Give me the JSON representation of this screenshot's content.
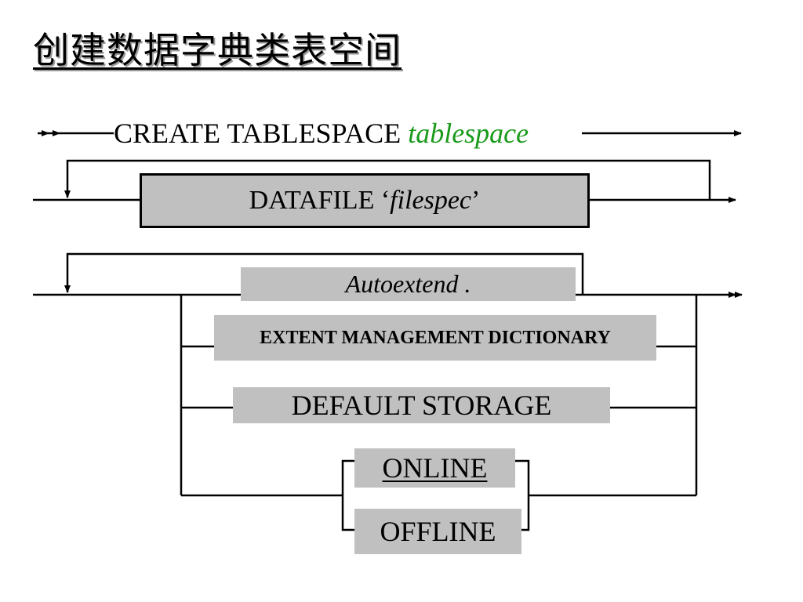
{
  "title": "创建数据字典类表空间",
  "row1": {
    "keyword": "CREATE TABLESPACE",
    "param": "tablespace"
  },
  "row2": {
    "prefix": "DATAFILE ‘",
    "param": "filespec",
    "suffix": "’"
  },
  "options": {
    "autoextend": "Autoextend .",
    "extent": "EXTENT MANAGEMENT DICTIONARY",
    "default_storage": "DEFAULT STORAGE",
    "online": "ONLINE",
    "offline": "OFFLINE"
  },
  "colors": {
    "param_green": "#1a9a1a",
    "box_fill": "#c0c0c0"
  }
}
